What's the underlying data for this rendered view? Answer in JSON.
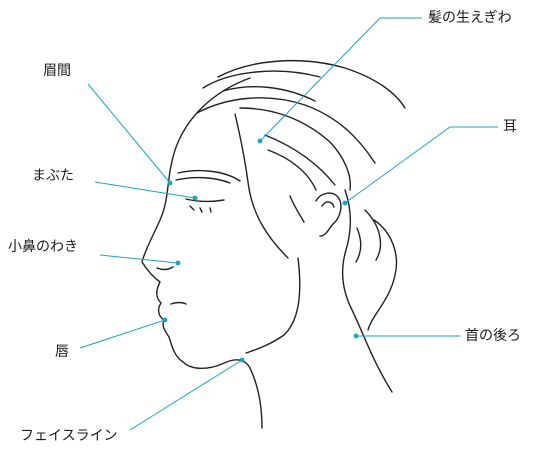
{
  "accent_color": "#1aa3c8",
  "labels": {
    "hairline": "髪の生えぎわ",
    "glabella": "眉間",
    "ear": "耳",
    "eyelid": "まぶた",
    "nose_wing": "小鼻のわき",
    "lips": "唇",
    "back_of_neck": "首の後ろ",
    "face_line": "フェイスライン"
  }
}
